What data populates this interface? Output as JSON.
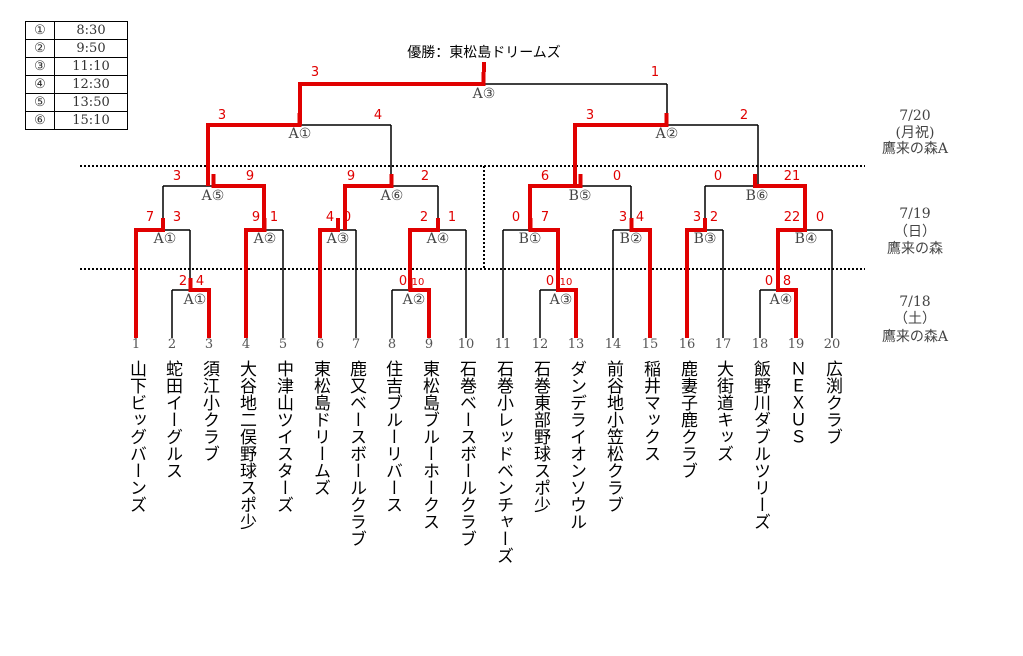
{
  "champion": "優勝：東松島ドリームズ",
  "schedule": [
    {
      "mark": "①",
      "time": "8:30"
    },
    {
      "mark": "②",
      "time": "9:50"
    },
    {
      "mark": "③",
      "time": "11:10"
    },
    {
      "mark": "④",
      "time": "12:30"
    },
    {
      "mark": "⑤",
      "time": "13:50"
    },
    {
      "mark": "⑥",
      "time": "15:10"
    }
  ],
  "dates": [
    {
      "lines": [
        "7/20",
        "(月祝)",
        "鷹来の森A"
      ]
    },
    {
      "lines": [
        "7/19",
        "（日）",
        "鷹来の森"
      ]
    },
    {
      "lines": [
        "7/18",
        "（土）",
        "鷹来の森A"
      ]
    }
  ],
  "teams": [
    {
      "num": "1",
      "name": "山下ビッグバーンズ"
    },
    {
      "num": "2",
      "name": "蛇田イーグルス"
    },
    {
      "num": "3",
      "name": "須江小クラブ"
    },
    {
      "num": "4",
      "name": "大谷地二俣野球スポ少"
    },
    {
      "num": "5",
      "name": "中津山ツイスターズ"
    },
    {
      "num": "6",
      "name": "東松島ドリームズ"
    },
    {
      "num": "7",
      "name": "鹿又ベースボールクラブ"
    },
    {
      "num": "8",
      "name": "住吉ブルーリバース"
    },
    {
      "num": "9",
      "name": "東松島ブルーホークス"
    },
    {
      "num": "10",
      "name": "石巻ベースボールクラブ"
    },
    {
      "num": "11",
      "name": "石巻小レッドベンチャーズ"
    },
    {
      "num": "12",
      "name": "石巻東部野球スポ少"
    },
    {
      "num": "13",
      "name": "ダンデライオンソウル"
    },
    {
      "num": "14",
      "name": "前谷地小笠松クラブ"
    },
    {
      "num": "15",
      "name": "稲井マックス"
    },
    {
      "num": "16",
      "name": "鹿妻子鹿クラブ"
    },
    {
      "num": "17",
      "name": "大街道キッズ"
    },
    {
      "num": "18",
      "name": "飯野川ダブルツリーズ"
    },
    {
      "num": "19",
      "name": "ＮＥＸＵＳ"
    },
    {
      "num": "20",
      "name": "広渕クラブ"
    }
  ],
  "matches": [
    {
      "label": "A①",
      "left": "2",
      "right": "4"
    },
    {
      "label": "A②",
      "left": "0",
      "right": "10"
    },
    {
      "label": "A③",
      "left": "0",
      "right": "10"
    },
    {
      "label": "A④",
      "left": "0",
      "right": "8"
    },
    {
      "label": "A①",
      "left": "7",
      "right": "3"
    },
    {
      "label": "A②",
      "left": "9",
      "right": "1"
    },
    {
      "label": "A③",
      "left": "4",
      "right": "0"
    },
    {
      "label": "A④",
      "left": "2",
      "right": "1"
    },
    {
      "label": "B①",
      "left": "0",
      "right": "7"
    },
    {
      "label": "B②",
      "left": "3",
      "right": "4"
    },
    {
      "label": "B③",
      "left": "3",
      "right": "2"
    },
    {
      "label": "B④",
      "left": "22",
      "right": "0"
    },
    {
      "label": "A⑤",
      "left": "3",
      "right": "9"
    },
    {
      "label": "A⑥",
      "left": "9",
      "right": "2"
    },
    {
      "label": "B⑤",
      "left": "6",
      "right": "0"
    },
    {
      "label": "B⑥",
      "left": "0",
      "right": "21"
    },
    {
      "label": "A①",
      "left": "3",
      "right": "4"
    },
    {
      "label": "A②",
      "left": "3",
      "right": "2"
    },
    {
      "label": "A③",
      "left": "3",
      "right": "1"
    }
  ]
}
